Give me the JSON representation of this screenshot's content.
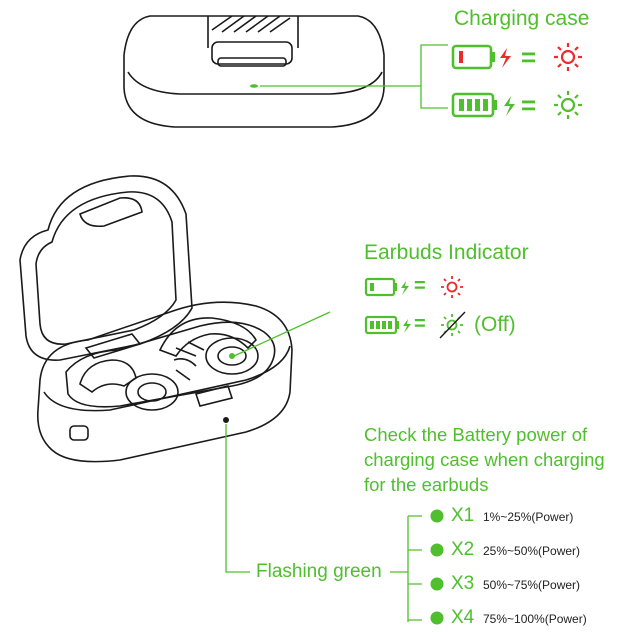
{
  "colors": {
    "accent_green": "#4fbf2e",
    "alert_red": "#ee2a2a",
    "line": "#1a1a1a"
  },
  "case_section": {
    "title": "Charging case",
    "eq_low": "=",
    "eq_full": "="
  },
  "earbuds_section": {
    "title": "Earbuds Indicator",
    "eq_low": "=",
    "eq_full": "=",
    "off_label": "(Off)"
  },
  "battery_check": {
    "lines": [
      "Check the Battery power of",
      "charging case when charging",
      "for the earbuds"
    ],
    "levels": [
      {
        "mult": "X1",
        "range": "1%~25%(Power)"
      },
      {
        "mult": "X2",
        "range": "25%~50%(Power)"
      },
      {
        "mult": "X3",
        "range": "50%~75%(Power)"
      },
      {
        "mult": "X4",
        "range": "75%~100%(Power)"
      }
    ]
  },
  "flashing_label": "Flashing green"
}
